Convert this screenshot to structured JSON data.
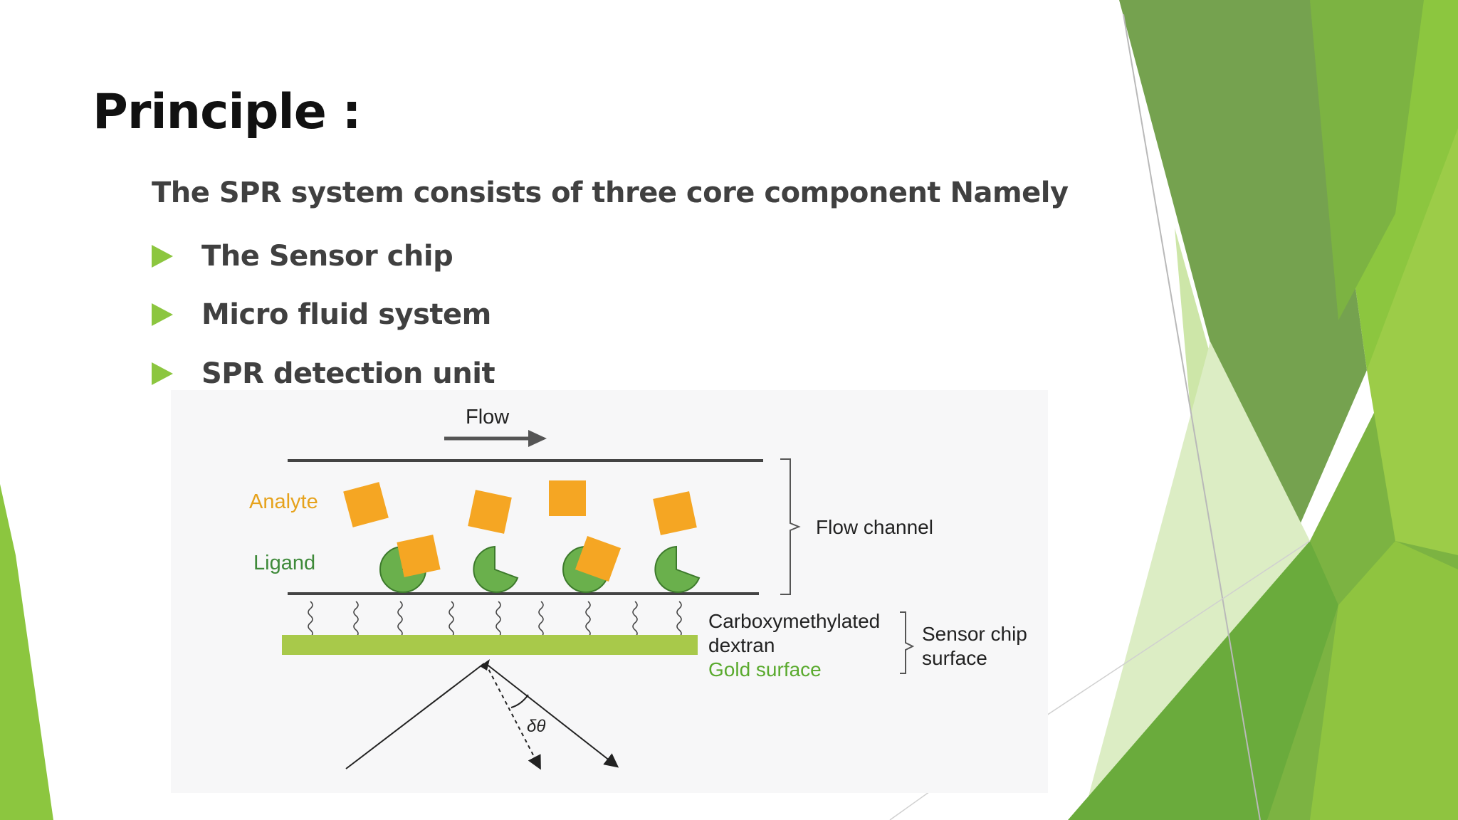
{
  "slide": {
    "title": "Principle :",
    "intro": "The SPR system consists of three core component Namely",
    "bullets": [
      {
        "label": "The Sensor chip"
      },
      {
        "label": "Micro fluid system"
      },
      {
        "label": "SPR detection unit"
      }
    ]
  },
  "diagram": {
    "flow_label": "Flow",
    "analyte_label": "Analyte",
    "ligand_label": "Ligand",
    "flow_channel_label": "Flow channel",
    "dextran_label_line1": "Carboxymethylated",
    "dextran_label_line2": "dextran",
    "gold_label": "Gold surface",
    "sensor_surface_line1": "Sensor chip",
    "sensor_surface_line2": "surface",
    "angle_label": "δθ"
  },
  "colors": {
    "accent_green": "#8cc63f",
    "analyte_orange": "#f5a623",
    "ligand_green": "#6ab04c",
    "gold_surface": "#a8c94a",
    "analyte_text": "#e6a21c",
    "ligand_text": "#3f8a3a",
    "gold_text": "#5aaa2e"
  },
  "icons": {
    "bullet": "triangle-bullet-icon",
    "flow_arrow": "right-arrow-icon"
  }
}
